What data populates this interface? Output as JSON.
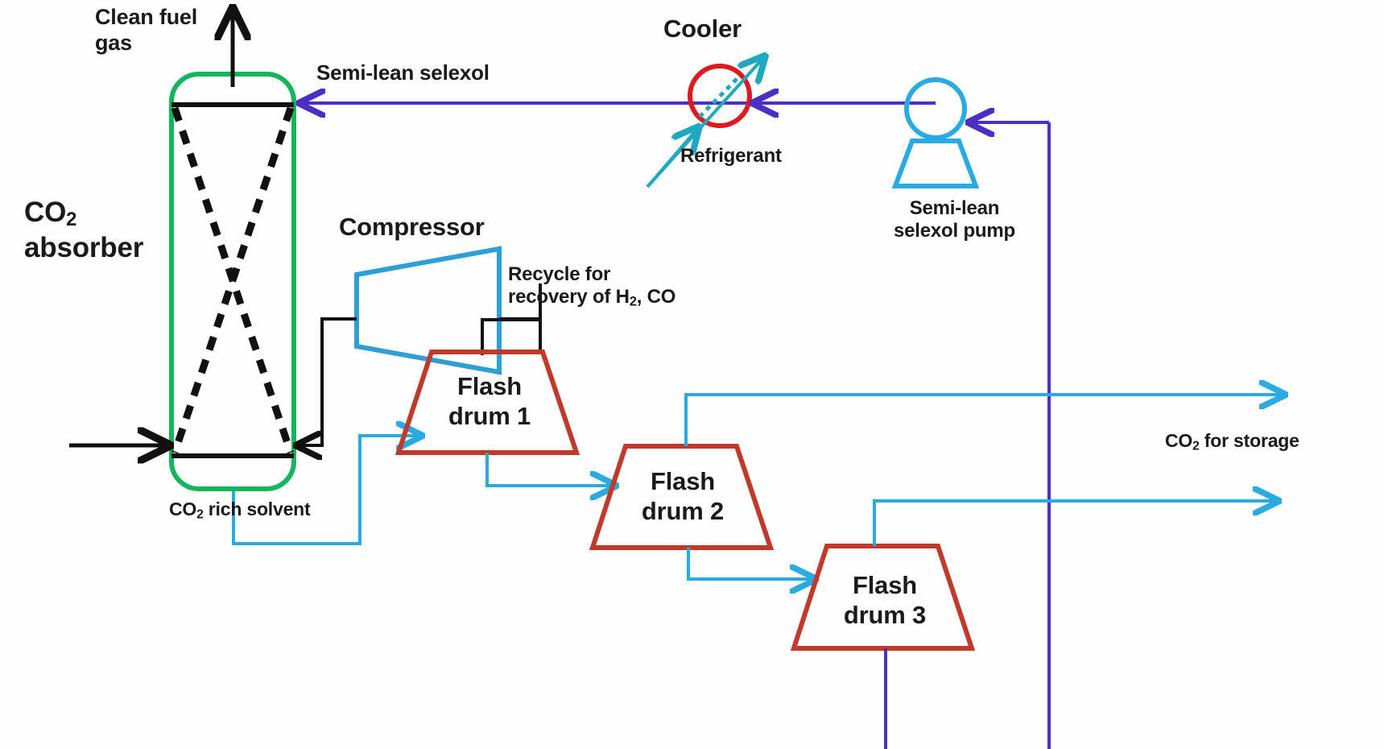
{
  "diagram": {
    "title": "Selexol CO2 absorption process flow diagram",
    "colors": {
      "absorber_green": "#15b55e",
      "drum_red": "#c0392b",
      "cooler_red": "#e0191c",
      "pump_blue": "#29abe2",
      "compressor_blue": "#2e9fd4",
      "solvent_blue": "#29abe2",
      "lean_purple": "#4b2fc4",
      "refrigerant_teal": "#1fa8bf",
      "black_line": "#111111",
      "text": "#1a1a1a",
      "background": "#fefefe"
    }
  },
  "labels": {
    "clean_fuel_gas": "Clean fuel\ngas",
    "co2_absorber_line1": "CO",
    "co2_absorber_sub": "2",
    "co2_absorber_line2": "absorber",
    "semi_lean_selexol": "Semi-lean selexol",
    "cooler": "Cooler",
    "refrigerant": "Refrigerant",
    "semi_lean_pump_line1": "Semi-lean",
    "semi_lean_pump_line2": "selexol pump",
    "compressor": "Compressor",
    "recycle_line1": "Recycle for",
    "recycle_line2_pre": "recovery of H",
    "recycle_line2_sub": "2",
    "recycle_line2_post": ", CO",
    "co2_rich_solvent_pre": "CO",
    "co2_rich_solvent_sub": "2",
    "co2_rich_solvent_post": " rich solvent",
    "co2_storage_pre": "CO",
    "co2_storage_sub": "2",
    "co2_storage_post": " for storage",
    "flash_drum_1_line1": "Flash",
    "flash_drum_1_line2": "drum 1",
    "flash_drum_2_line1": "Flash",
    "flash_drum_2_line2": "drum 2",
    "flash_drum_3_line1": "Flash",
    "flash_drum_3_line2": "drum 3"
  },
  "equipment": [
    {
      "id": "co2-absorber",
      "name": "CO2 absorber",
      "shape": "rounded-column",
      "color": "#15b55e"
    },
    {
      "id": "cooler",
      "name": "Cooler",
      "shape": "circle-diagonal",
      "color": "#e0191c"
    },
    {
      "id": "semi-lean-pump",
      "name": "Semi-lean selexol pump",
      "shape": "circle-trapezoid",
      "color": "#29abe2"
    },
    {
      "id": "compressor",
      "name": "Compressor",
      "shape": "trapezoid",
      "color": "#2e9fd4"
    },
    {
      "id": "flash-drum-1",
      "name": "Flash drum 1",
      "shape": "trapezoid",
      "color": "#c0392b"
    },
    {
      "id": "flash-drum-2",
      "name": "Flash drum 2",
      "shape": "trapezoid",
      "color": "#c0392b"
    },
    {
      "id": "flash-drum-3",
      "name": "Flash drum 3",
      "shape": "trapezoid",
      "color": "#c0392b"
    }
  ],
  "streams": [
    {
      "id": "clean-fuel-gas",
      "label": "Clean fuel gas",
      "color": "#111111",
      "from": "co2-absorber-top",
      "to": "outlet"
    },
    {
      "id": "syngas-feed",
      "label": "",
      "color": "#111111",
      "from": "inlet",
      "to": "co2-absorber-bottom"
    },
    {
      "id": "semi-lean-selexol",
      "label": "Semi-lean selexol",
      "color": "#4b2fc4",
      "from": "semi-lean-pump",
      "to": "co2-absorber-top"
    },
    {
      "id": "refrigerant-in",
      "label": "Refrigerant",
      "color": "#1fa8bf",
      "from": "refrigerant-supply",
      "to": "cooler"
    },
    {
      "id": "refrigerant-out",
      "label": "",
      "color": "#1fa8bf",
      "from": "cooler",
      "to": "refrigerant-return"
    },
    {
      "id": "co2-rich-solvent",
      "label": "CO2 rich solvent",
      "color": "#29abe2",
      "from": "co2-absorber-bottom",
      "to": "flash-drum-1"
    },
    {
      "id": "recycle-gas",
      "label": "Recycle for recovery of H2, CO",
      "color": "#111111",
      "from": "flash-drum-1-top",
      "to": "compressor"
    },
    {
      "id": "compressor-outlet",
      "label": "",
      "color": "#111111",
      "from": "compressor",
      "to": "co2-absorber-bottom"
    },
    {
      "id": "fd1-to-fd2",
      "label": "",
      "color": "#29abe2",
      "from": "flash-drum-1",
      "to": "flash-drum-2"
    },
    {
      "id": "fd2-to-fd3",
      "label": "",
      "color": "#29abe2",
      "from": "flash-drum-2",
      "to": "flash-drum-3"
    },
    {
      "id": "co2-storage-1",
      "label": "CO2 for storage",
      "color": "#29abe2",
      "from": "flash-drum-2-top",
      "to": "storage"
    },
    {
      "id": "co2-storage-2",
      "label": "CO2 for storage",
      "color": "#29abe2",
      "from": "flash-drum-3-top",
      "to": "storage"
    },
    {
      "id": "fd3-bottom-recycle",
      "label": "",
      "color": "#4b2fc4",
      "from": "flash-drum-3-bottom",
      "to": "semi-lean-pump"
    }
  ]
}
